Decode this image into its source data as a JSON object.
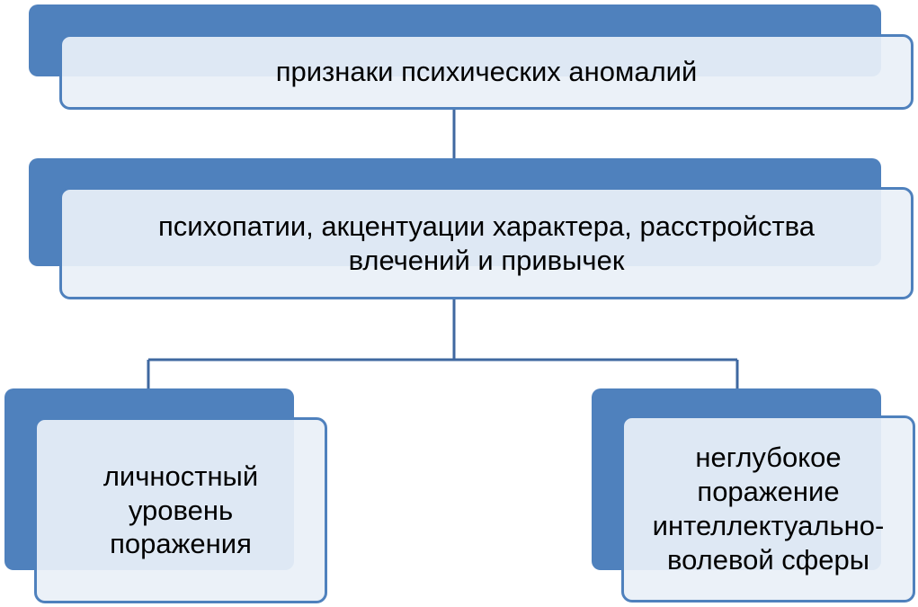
{
  "nodes": {
    "root": {
      "text": "признаки психических аномалий"
    },
    "middle": {
      "text": "психопатии, акцентуации характера, расстройства влечений и привычек"
    },
    "left": {
      "text": "личностный уровень поражения"
    },
    "right": {
      "text": "неглубокое поражение интеллектуально-волевой сферы"
    }
  },
  "colors": {
    "accent": "#4f81bd",
    "box_fill": "#eaf0f8",
    "connector": "#3f68a0"
  }
}
